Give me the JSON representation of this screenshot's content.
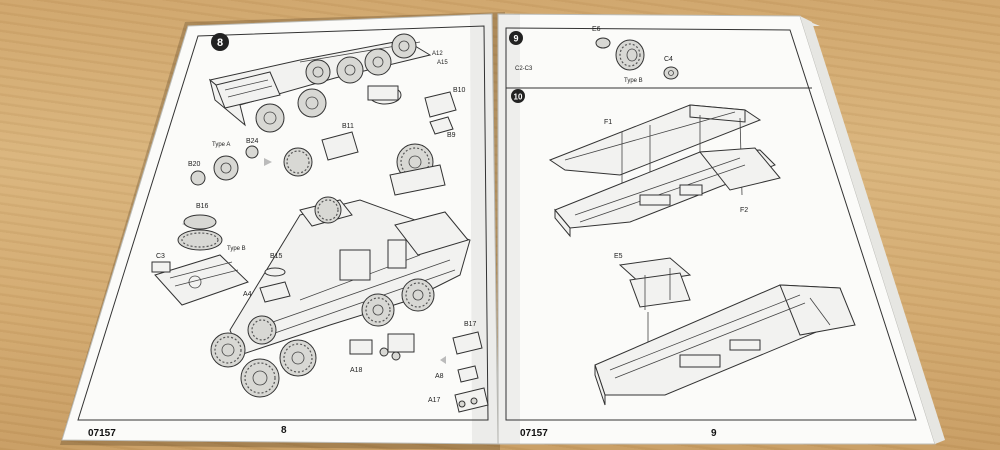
{
  "left_page": {
    "step_number": "8",
    "kit_number": "07157",
    "page_number": "8",
    "labels": {
      "a12_caption": "A12",
      "a15": "A15",
      "b10": "B10",
      "b9": "B9",
      "b11": "B11",
      "b24": "B24",
      "type_a": "Type A",
      "b20": "B20",
      "b16": "B16",
      "type_b": "Type B",
      "c3": "C3",
      "b15": "B15",
      "a4": "A4",
      "b17": "B17",
      "a8": "A8",
      "a17": "A17",
      "a18": "A18"
    }
  },
  "right_page": {
    "step9_number": "9",
    "step10_number": "10",
    "kit_number": "07157",
    "page_number": "9",
    "labels": {
      "e6": "E6",
      "c4": "C4",
      "type_b": "Type B",
      "c2_c3": "C2-C3",
      "f1": "F1",
      "f2": "F2",
      "e5": "E5"
    }
  }
}
